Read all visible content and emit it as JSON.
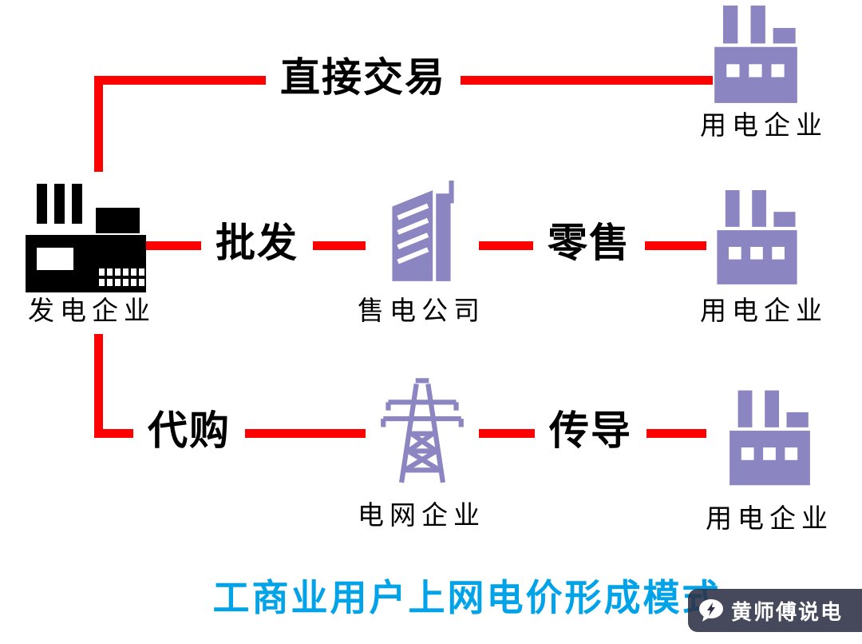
{
  "nodes": {
    "generator": "发电企业",
    "seller": "售电公司",
    "grid": "电网企业",
    "user_top": "用电企业",
    "user_mid": "用电企业",
    "user_bottom": "用电企业"
  },
  "edges": {
    "direct": "直接交易",
    "wholesale": "批发",
    "retail": "零售",
    "proxy": "代购",
    "conduct": "传导"
  },
  "title": "工商业用户上网电价形成模式",
  "watermark": "黄师傅说电",
  "colors": {
    "line_red": "#ff0000",
    "icon_purple": "#8b85c1",
    "icon_black": "#000000",
    "title_cyan": "#00a2e8",
    "watermark_bg": "#2c3046"
  }
}
